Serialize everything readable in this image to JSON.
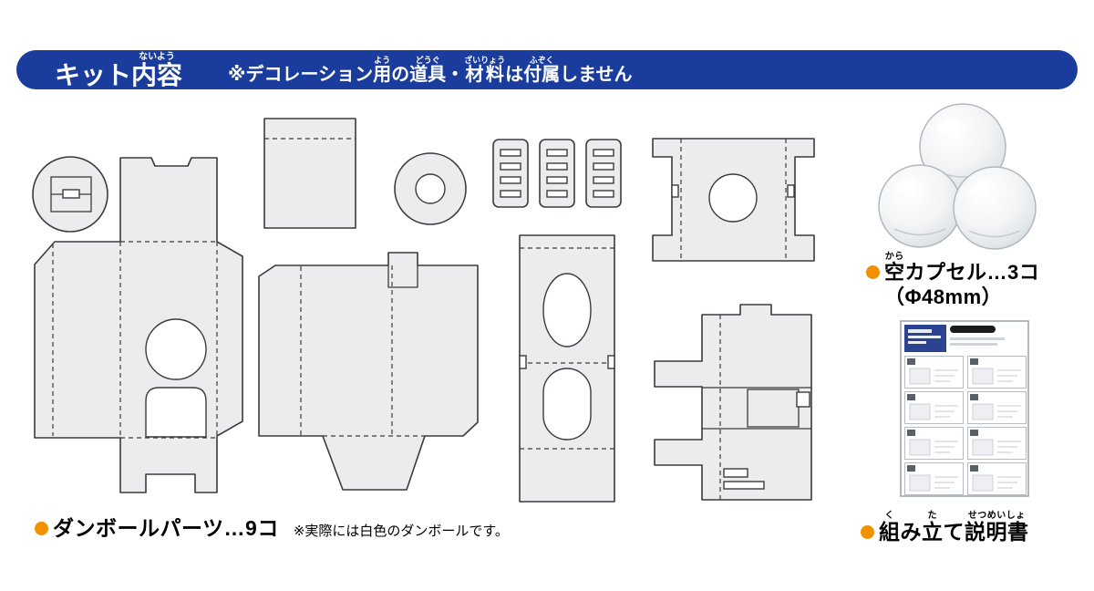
{
  "header": {
    "title_segments": [
      {
        "base": "キット",
        "ruby": ""
      },
      {
        "base": "内容",
        "ruby": "ないよう"
      }
    ],
    "note_segments": [
      {
        "base": "※デコレーション",
        "ruby": ""
      },
      {
        "base": "用",
        "ruby": "よう"
      },
      {
        "base": "の",
        "ruby": ""
      },
      {
        "base": "道具",
        "ruby": "どうぐ"
      },
      {
        "base": "・",
        "ruby": ""
      },
      {
        "base": "材料",
        "ruby": "ざいりょう"
      },
      {
        "base": "は",
        "ruby": ""
      },
      {
        "base": "付属",
        "ruby": "ふぞく"
      },
      {
        "base": "しません",
        "ruby": ""
      }
    ]
  },
  "capsules": {
    "label_segments": [
      {
        "base": "空",
        "ruby": "から"
      },
      {
        "base": "カプセル…3コ",
        "ruby": ""
      }
    ],
    "size_note": "（Φ48mm）"
  },
  "manual": {
    "label_segments": [
      {
        "base": "組",
        "ruby": "く"
      },
      {
        "base": "み",
        "ruby": ""
      },
      {
        "base": "立",
        "ruby": "た"
      },
      {
        "base": "て",
        "ruby": ""
      },
      {
        "base": "説明書",
        "ruby": "せつめいしょ"
      }
    ]
  },
  "cardboard": {
    "label": "ダンボールパーツ…9コ",
    "note": "※実際には白色のダンボールです。"
  },
  "colors": {
    "header_bg": "#1a3c9c",
    "bullet": "#f29100",
    "part_fill": "#ebecee",
    "part_stroke": "#3b3b3b",
    "text": "#000000"
  }
}
